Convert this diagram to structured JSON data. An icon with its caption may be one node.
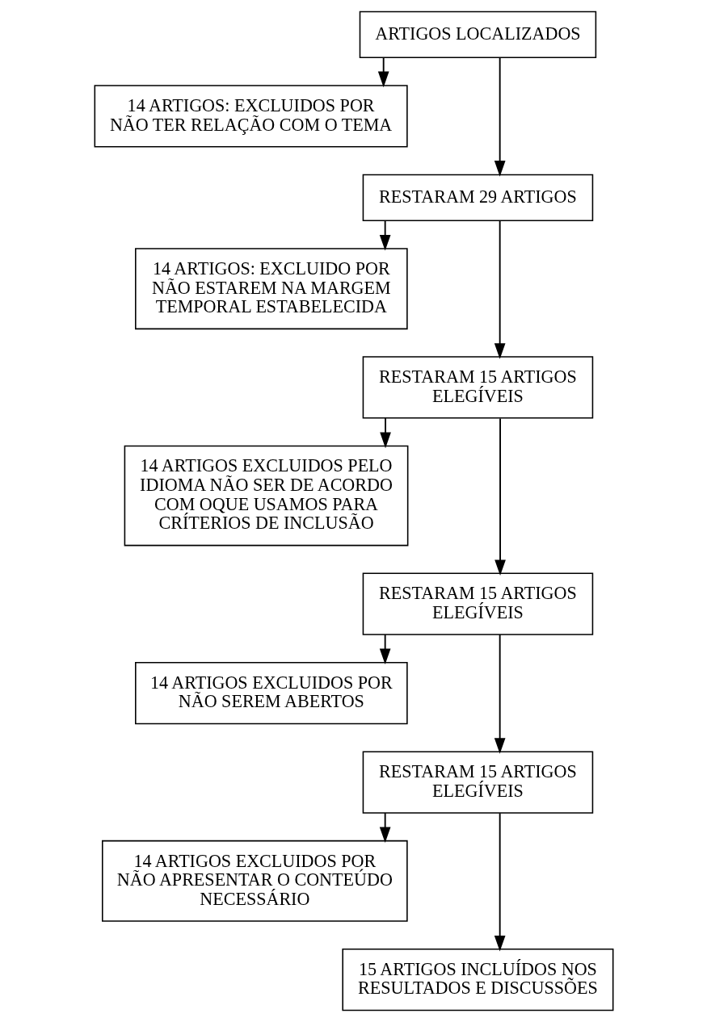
{
  "diagram": {
    "nodes": [
      {
        "text": [
          "ARTIGOS LOCALIZADOS"
        ]
      },
      {
        "text": [
          "14 ARTIGOS: EXCLUIDOS POR NÃO TER RELAÇÃO COM O TEMA"
        ]
      },
      {
        "text": [
          "RESTARAM 29 ARTIGOS"
        ]
      },
      {
        "text": [
          "14 ARTIGOS: EXCLUIDO POR NÃO ESTAREM NA MARGEM TEMPORAL ESTABELECIDA"
        ]
      },
      {
        "text": [
          "RESTARAM 15 ARTIGOS ELEGÍVEIS"
        ]
      },
      {
        "text": [
          "14 ARTIGOS EXCLUIDOS PELO IDIOMA NÃO SER DE ACORDO COM OQUE USAMOS PARA CRÍTERIOS DE INCLUSÃO"
        ]
      },
      {
        "text": [
          "RESTARAM 15 ARTIGOS ELEGÍVEIS"
        ]
      },
      {
        "text": [
          "14 ARTIGOS EXCLUIDOS POR NÃO SEREM ABERTOS"
        ]
      },
      {
        "text": [
          "RESTARAM 15 ARTIGOS ELEGÍVEIS"
        ]
      },
      {
        "text": [
          "14 ARTIGOS EXCLUIDOS POR NÃO APRESENTAR O CONTEÚDO NECESSÁRIO"
        ]
      },
      {
        "text": [
          "15 ARTIGOS INCLUÍDOS NOS RESULTADOS E DISCUSSÕES"
        ]
      }
    ],
    "edges": [
      {
        "from": 0,
        "to": 1,
        "arrow": "to"
      },
      {
        "from": 0,
        "to": 2,
        "arrow": "to"
      },
      {
        "from": 2,
        "to": 3,
        "arrow": "to"
      },
      {
        "from": 2,
        "to": 4,
        "arrow": "to"
      },
      {
        "from": 4,
        "to": 5,
        "arrow": "to"
      },
      {
        "from": 4,
        "to": 6,
        "arrow": "to"
      },
      {
        "from": 6,
        "to": 7,
        "arrow": "to"
      },
      {
        "from": 6,
        "to": 8,
        "arrow": "to"
      },
      {
        "from": 8,
        "to": 9,
        "arrow": "to"
      },
      {
        "from": 8,
        "to": 10,
        "arrow": "to"
      }
    ]
  }
}
